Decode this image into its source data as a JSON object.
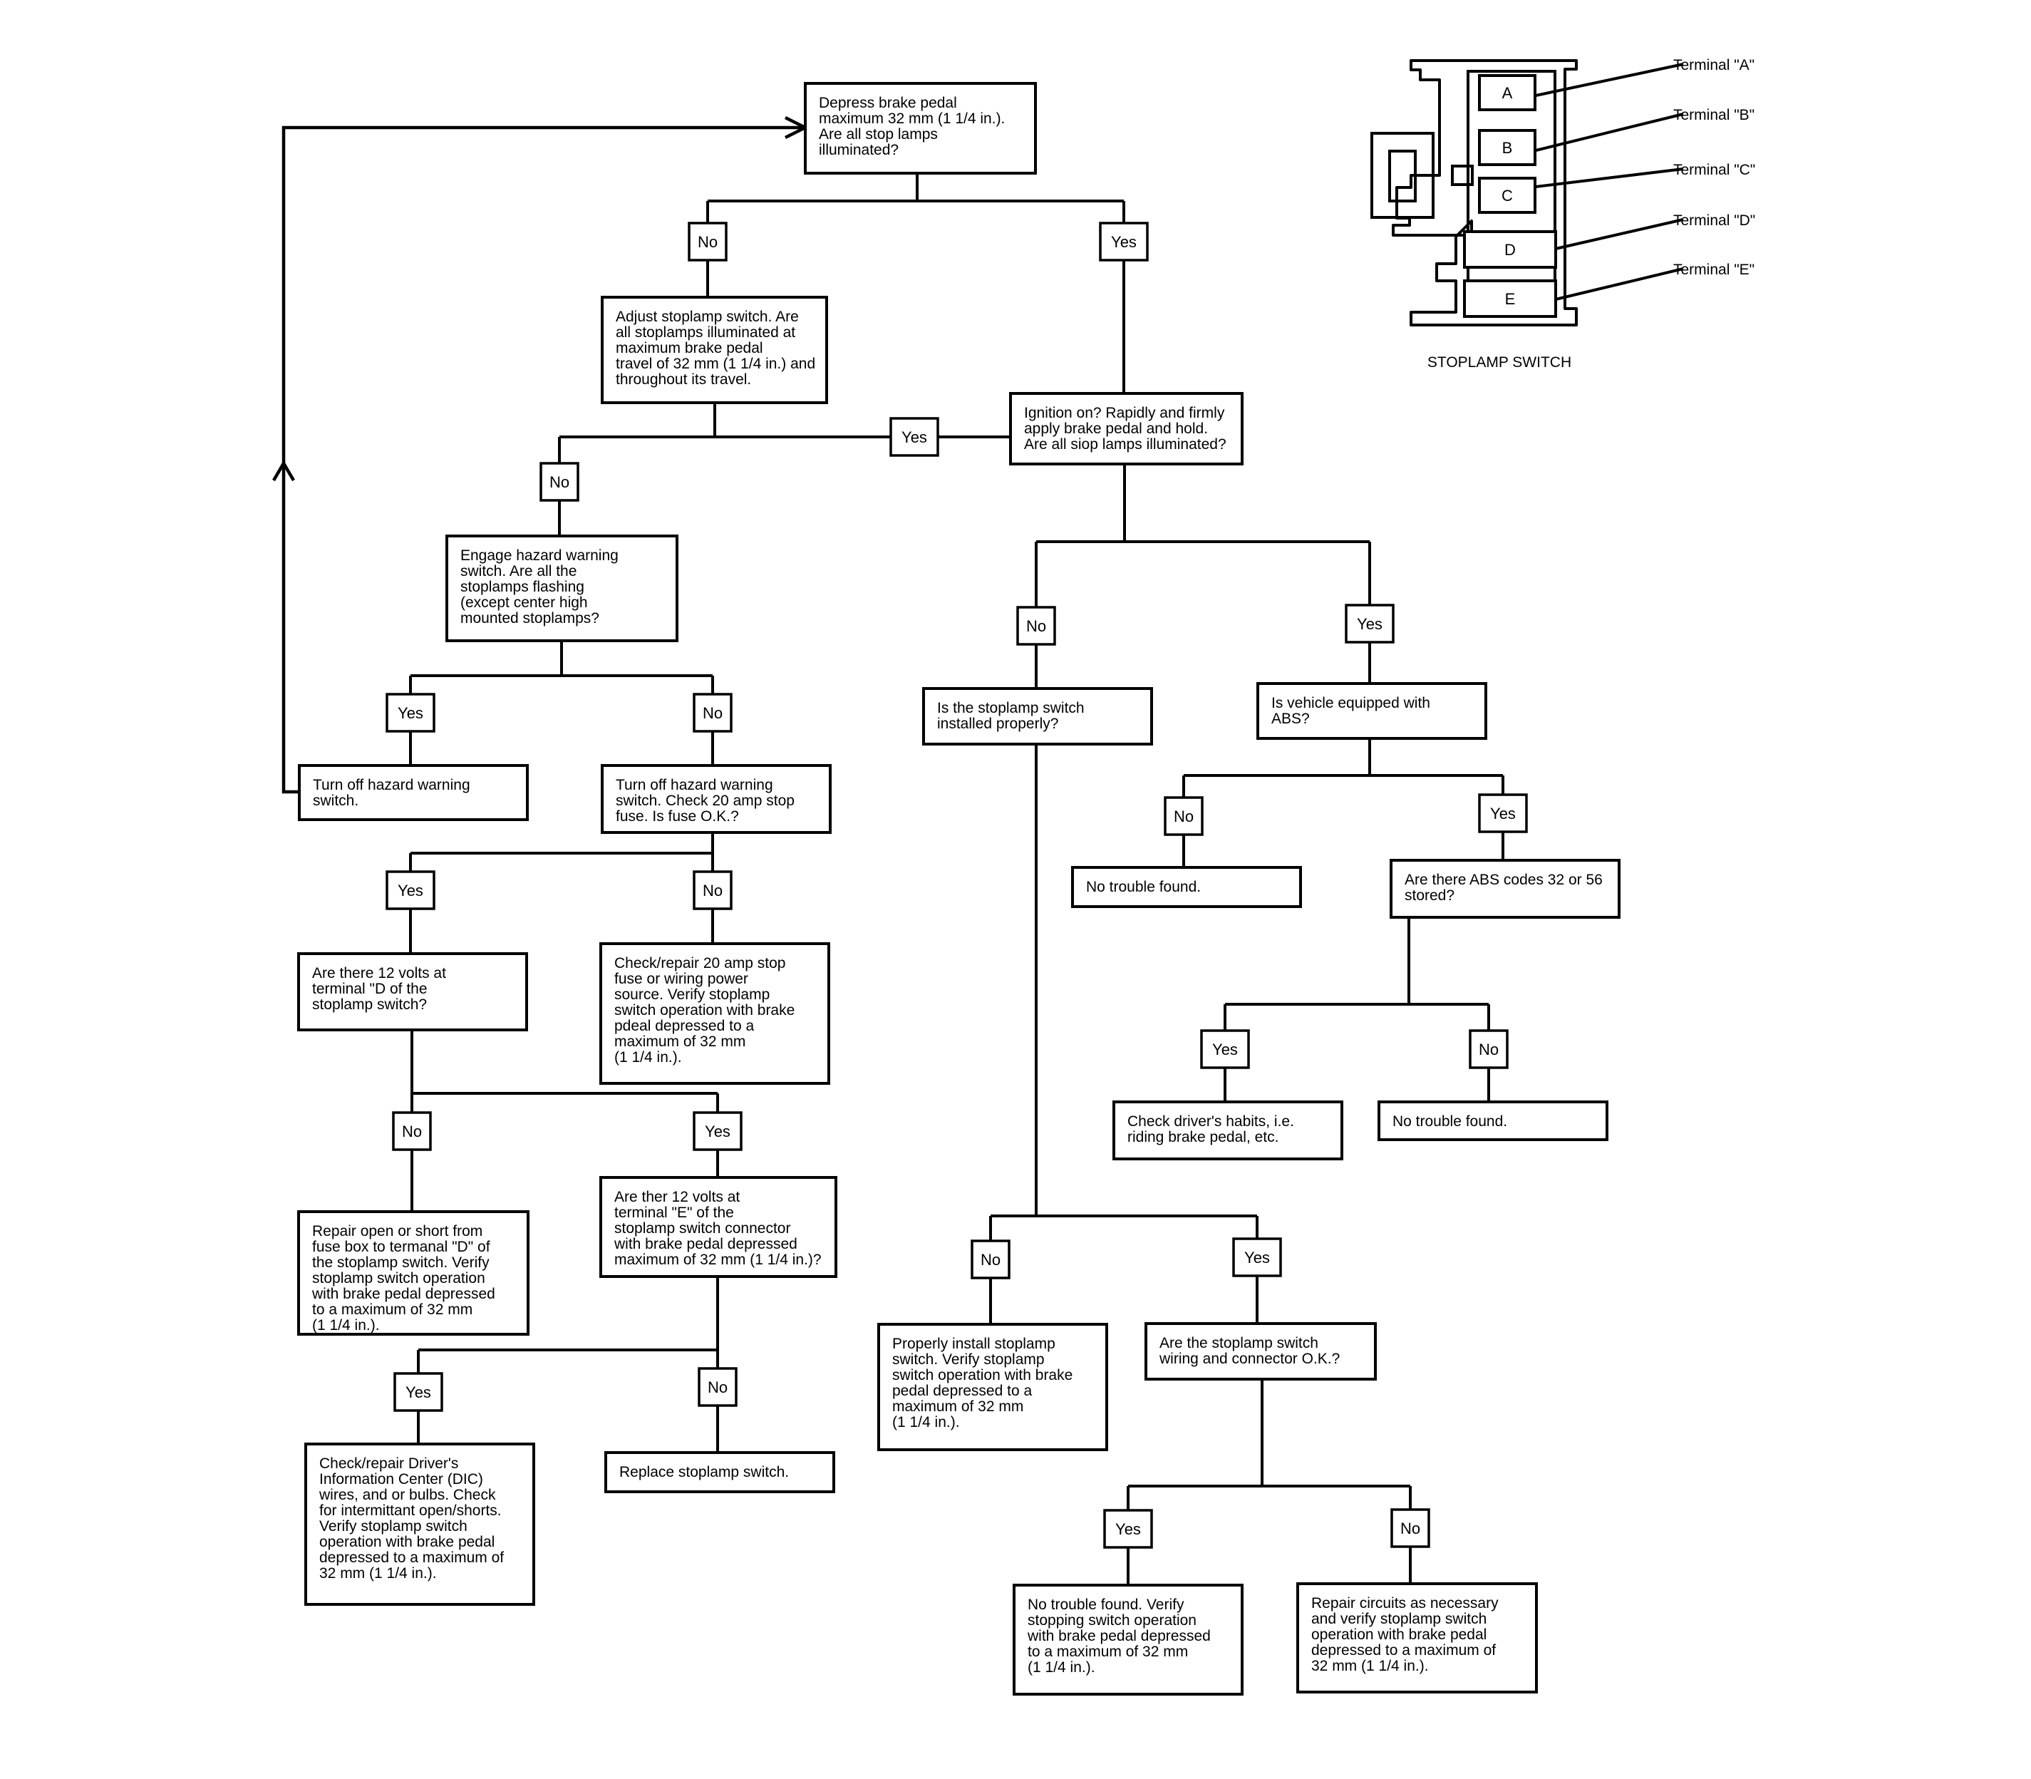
{
  "answers": {
    "yes": "Yes",
    "no": "No"
  },
  "switch_diagram": {
    "caption": "STOPLAMP SWITCH",
    "pins": [
      "A",
      "B",
      "C",
      "D",
      "E"
    ],
    "terminals": [
      "Terminal \"A\"",
      "Terminal \"B\"",
      "Terminal \"C\"",
      "Terminal \"D\"",
      "Terminal \"E\""
    ]
  },
  "boxes": {
    "start": [
      "Depress brake pedal",
      "maximum 32 mm (1 1/4 in.).",
      "Are all stop lamps",
      "illuminated?"
    ],
    "adjust": [
      "Adjust stoplamp switch.  Are",
      "all stoplamps illuminated at",
      "maximum brake pedal",
      "travel of 32 mm (1 1/4 in.) and",
      "throughout its travel."
    ],
    "ignition": [
      "Ignition on?  Rapidly and firmly",
      "apply brake pedal and hold.",
      "Are all siop lamps illuminated?"
    ],
    "hazard": [
      "Engage hazard warning",
      "switch.  Are all the",
      "stoplamps flashing",
      "(except center high",
      "mounted stoplamps?"
    ],
    "turn_off": [
      "Turn off hazard warning",
      "switch."
    ],
    "turn_off_fuse": [
      "Turn off hazard warning",
      "switch.  Check 20 amp stop",
      "fuse.  Is fuse O.K.?"
    ],
    "volts_d": [
      "Are there 12 volts at",
      "terminal \"D of the",
      "stoplamp switch?"
    ],
    "check_fuse": [
      "Check/repair 20 amp stop",
      "fuse or wiring power",
      "source.  Verify stoplamp",
      "switch operation with brake",
      "pdeal depressed to a",
      "maximum of 32 mm",
      "(1 1/4 in.)."
    ],
    "repair_open": [
      "Repair open or short from",
      "fuse box to termanal \"D\" of",
      "the stoplamp switch.  Verify",
      "stoplamp switch operation",
      "with brake pedal depressed",
      "to a maximum of 32 mm",
      "(1 1/4 in.)."
    ],
    "volts_e": [
      "Are ther 12 volts at",
      "terminal \"E\" of the",
      "stoplamp switch connector",
      "with brake pedal depressed",
      "maximum of 32 mm (1 1/4 in.)?"
    ],
    "dic": [
      "Check/repair Driver's",
      "Information Center (DIC)",
      "wires, and or bulbs.  Check",
      "for intermittant open/shorts.",
      "Verify stoplamp switch",
      "operation with brake pedal",
      "depressed to a maximum of",
      "32 mm (1 1/4 in.)."
    ],
    "replace": [
      "Replace stoplamp switch."
    ],
    "installed": [
      "Is the stoplamp switch",
      "installed properly?"
    ],
    "abs_equipped": [
      "Is vehicle equipped with",
      "ABS?"
    ],
    "no_trouble_1": [
      "No trouble found."
    ],
    "abs_codes": [
      "Are there ABS codes 32 or 56",
      "stored?"
    ],
    "habits": [
      "Check driver's habits, i.e.",
      "riding brake pedal, etc."
    ],
    "no_trouble_2": [
      "No trouble found."
    ],
    "install": [
      "Properly install stoplamp",
      "switch.  Verify stoplamp",
      "switch operation with brake",
      "pedal depressed to a",
      "maximum of 32 mm",
      "(1 1/4 in.)."
    ],
    "wiring": [
      "Are the stoplamp switch",
      "wiring and connector O.K.?"
    ],
    "no_trouble_3": [
      "No trouble found.  Verify",
      "stopping switch operation",
      "with brake pedal depressed",
      "to a maximum of 32 mm",
      "(1 1/4 in.)."
    ],
    "repair_circuits": [
      "Repair circuits as necessary",
      "and verify stoplamp switch",
      "operation with brake pedal",
      "depressed to a maximum of",
      "32 mm (1 1/4 in.)."
    ]
  }
}
